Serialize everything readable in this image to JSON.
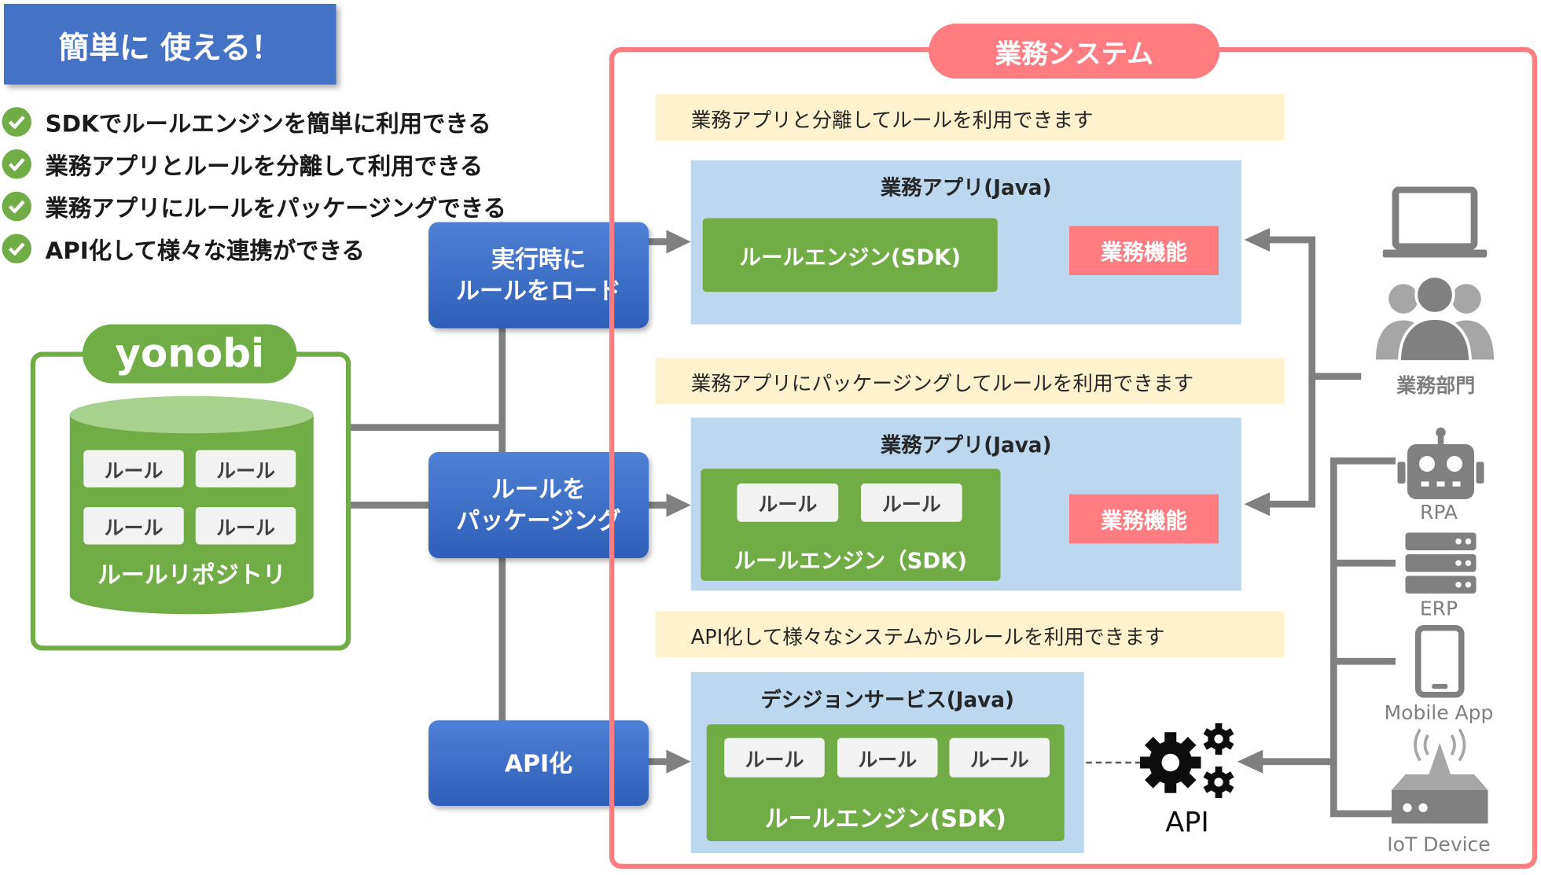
{
  "header": {
    "badge": "簡単に 使える！"
  },
  "features": [
    "SDKでルールエンジンを簡単に利用できる",
    "業務アプリとルールを分離して利用できる",
    "業務アプリにルールをパッケージングできる",
    "API化して様々な連携ができる"
  ],
  "repository": {
    "brand": "yonobi",
    "rules": [
      "ルール",
      "ルール",
      "ルール",
      "ルール"
    ],
    "label": "ルールリポジトリ"
  },
  "actions": {
    "load": [
      "実行時に",
      "ルールをロード"
    ],
    "package": [
      "ルールを",
      "パッケージング"
    ],
    "api": "API化"
  },
  "business_system": {
    "title": "業務システム",
    "section1": {
      "banner": "業務アプリと分離してルールを利用できます",
      "app_title": "業務アプリ(Java)",
      "engine": "ルールエンジン(SDK)",
      "function": "業務機能"
    },
    "section2": {
      "banner": "業務アプリにパッケージングしてルールを利用できます",
      "app_title": "業務アプリ(Java)",
      "rules": [
        "ルール",
        "ルール"
      ],
      "engine": "ルールエンジン（SDK)",
      "function": "業務機能"
    },
    "section3": {
      "banner": "API化して様々なシステムからルールを利用できます",
      "service_title": "デシジョンサービス(Java)",
      "rules": [
        "ルール",
        "ルール",
        "ルール"
      ],
      "engine": "ルールエンジン(SDK)"
    },
    "api_label": "API"
  },
  "clients": {
    "department": "業務部門",
    "rpa": "RPA",
    "erp": "ERP",
    "mobile": "Mobile App",
    "iot": "IoT Device"
  },
  "colors": {
    "blue": "#4472c4",
    "green": "#70ad47",
    "pink_border": "#ff7c80",
    "light_blue": "#bdd7ee",
    "banner_yellow": "#fff2cc",
    "connector_gray": "#808080"
  }
}
